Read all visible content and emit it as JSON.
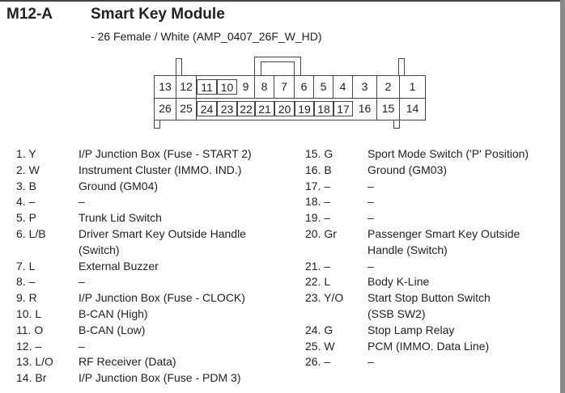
{
  "header": {
    "code": "M12-A",
    "title": "Smart Key Module",
    "subtitle": "- 26 Female / White (AMP_0407_26F_W_HD)"
  },
  "connector": {
    "top_row": [
      "13",
      "12",
      "11",
      "10",
      "9",
      "8",
      "7",
      "6",
      "5",
      "4",
      "3",
      "2",
      "1"
    ],
    "bottom_row": [
      "26",
      "25",
      "24",
      "23",
      "22",
      "21",
      "20",
      "19",
      "18",
      "17",
      "16",
      "15",
      "14"
    ]
  },
  "pins_left": [
    {
      "num": "1. Y",
      "desc": "I/P Junction Box (Fuse - START 2)"
    },
    {
      "num": "2. W",
      "desc": "Instrument Cluster (IMMO. IND.)"
    },
    {
      "num": "3. B",
      "desc": "Ground (GM04)"
    },
    {
      "num": "4. –",
      "desc": "–"
    },
    {
      "num": "5. P",
      "desc": "Trunk Lid Switch"
    },
    {
      "num": "6. L/B",
      "desc": "Driver Smart Key Outside Handle"
    },
    {
      "num": "",
      "desc": "(Switch)"
    },
    {
      "num": "7. L",
      "desc": "External Buzzer"
    },
    {
      "num": "8. –",
      "desc": "–"
    },
    {
      "num": "9. R",
      "desc": "I/P Junction Box (Fuse - CLOCK)"
    },
    {
      "num": "10. L",
      "desc": "B-CAN (High)"
    },
    {
      "num": "11. O",
      "desc": "B-CAN (Low)"
    },
    {
      "num": "12. –",
      "desc": "–"
    },
    {
      "num": "13. L/O",
      "desc": "RF Receiver (Data)"
    },
    {
      "num": "14. Br",
      "desc": "I/P Junction Box (Fuse - PDM 3)"
    }
  ],
  "pins_right": [
    {
      "num": "15. G",
      "desc": "Sport Mode Switch ('P' Position)"
    },
    {
      "num": "16. B",
      "desc": "Ground (GM03)"
    },
    {
      "num": "17. –",
      "desc": "–"
    },
    {
      "num": "18. –",
      "desc": "–"
    },
    {
      "num": "19. –",
      "desc": "–"
    },
    {
      "num": "20. Gr",
      "desc": "Passenger Smart Key Outside"
    },
    {
      "num": "",
      "desc": "Handle (Switch)"
    },
    {
      "num": "21. –",
      "desc": "–"
    },
    {
      "num": "22. L",
      "desc": "Body K-Line"
    },
    {
      "num": "23. Y/O",
      "desc": "Start Stop Button Switch"
    },
    {
      "num": "",
      "desc": "(SSB SW2)"
    },
    {
      "num": "24. G",
      "desc": "Stop Lamp Relay"
    },
    {
      "num": "25. W",
      "desc": "PCM (IMMO. Data Line)"
    },
    {
      "num": "26. –",
      "desc": "–"
    }
  ]
}
